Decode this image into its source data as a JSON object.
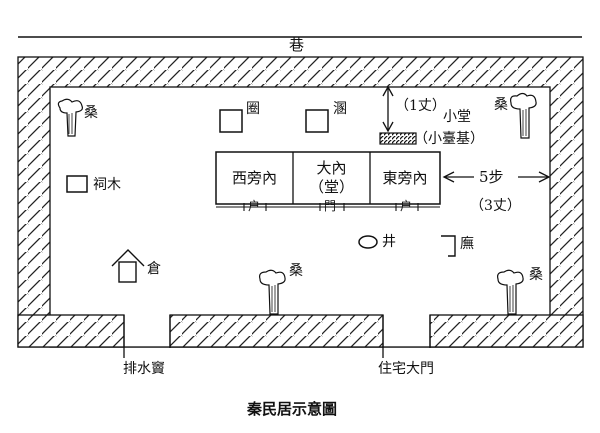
{
  "lane": "巷",
  "mulberry": "桑",
  "pen": "圈",
  "latrine": "溷",
  "small_hall": "小堂",
  "small_hall_base": "（小臺基）",
  "height_note": "（1丈）",
  "west_room": "西旁內",
  "main_room_line1": "大內",
  "main_room_line2": "（堂）",
  "east_room": "東旁內",
  "door_hu": "户",
  "door_men": "門",
  "width_steps": "5步",
  "width_zhang": "（3丈）",
  "shrine_tree": "祠木",
  "well": "井",
  "stable": "廡",
  "granary": "倉",
  "drain": "排水竇",
  "main_gate": "住宅大門",
  "caption": "秦民居示意圖"
}
